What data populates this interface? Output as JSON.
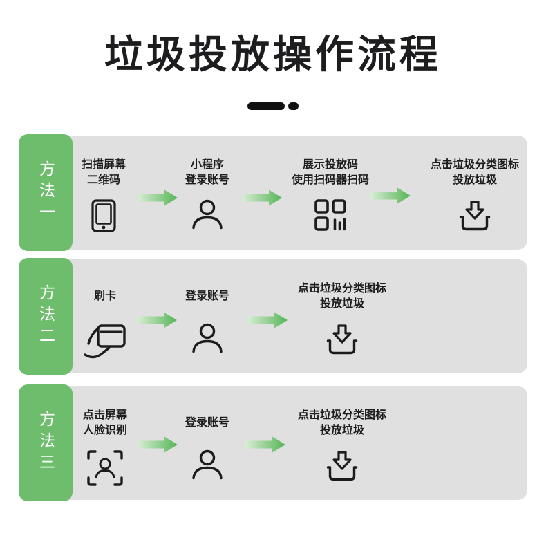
{
  "title": "垃圾投放操作流程",
  "colors": {
    "accent_green": "#6ebd6c",
    "panel_gray": "#e0e0e0",
    "arrow_gradient_start": "#d8edd5",
    "arrow_gradient_end": "#56b556",
    "ink": "#1d1d1f",
    "method_text": "#ffffff"
  },
  "rows": [
    {
      "method": "方法一",
      "steps": [
        {
          "label": "扫描屏幕\n二维码",
          "icon": "phone-icon"
        },
        {
          "label": "小程序\n登录账号",
          "icon": "person-icon"
        },
        {
          "label": "展示投放码\n使用扫码器扫码",
          "icon": "scan-code-icon"
        },
        {
          "label": "点击垃圾分类图标\n投放垃圾",
          "icon": "drop-bin-icon"
        }
      ]
    },
    {
      "method": "方法二",
      "steps": [
        {
          "label": "刷卡",
          "icon": "swipe-card-icon"
        },
        {
          "label": "登录账号",
          "icon": "person-icon"
        },
        {
          "label": "点击垃圾分类图标\n投放垃圾",
          "icon": "drop-bin-icon"
        }
      ]
    },
    {
      "method": "方法三",
      "steps": [
        {
          "label": "点击屏幕\n人脸识别",
          "icon": "face-scan-icon"
        },
        {
          "label": "登录账号",
          "icon": "person-icon"
        },
        {
          "label": "点击垃圾分类图标\n投放垃圾",
          "icon": "drop-bin-icon"
        }
      ]
    }
  ]
}
